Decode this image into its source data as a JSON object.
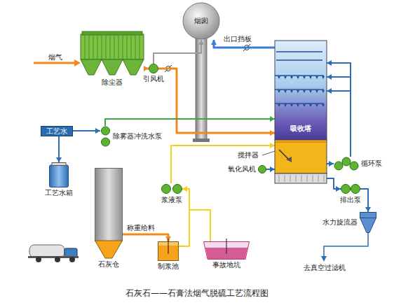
{
  "diagram": {
    "caption": "石灰石——石膏法烟气脱硫工艺流程图",
    "nodes": [
      {
        "text": [
          "烟囱"
        ]
      },
      {
        "text": [
          "除尘器"
        ]
      },
      {
        "text": [
          "引风机"
        ]
      },
      {
        "text": [
          "吸收塔"
        ]
      },
      {
        "text": [
          "工艺水"
        ]
      },
      {
        "text": [
          "工艺水箱"
        ]
      },
      {
        "text": [
          "除雾器冲洗水泵"
        ]
      },
      {
        "text": [
          "石灰仓"
        ]
      },
      {
        "text": [
          "制浆池"
        ]
      },
      {
        "text": [
          "事故地坑"
        ]
      },
      {
        "text": [
          "浆液泵"
        ]
      },
      {
        "text": [
          "氧化风机"
        ]
      },
      {
        "text": [
          "循环泵"
        ]
      },
      {
        "text": [
          "排出泵"
        ]
      },
      {
        "text": [
          "水力旋流器"
        ]
      }
    ],
    "edges": [
      {
        "from": 1,
        "to": 2,
        "arrow": "to"
      },
      {
        "from": 2,
        "to": 3,
        "arrow": "to"
      },
      {
        "from": 2,
        "to": 0,
        "arrow": "to"
      },
      {
        "from": 3,
        "to": 0,
        "label": "出口挡板",
        "arrow": "to"
      },
      {
        "from": 4,
        "to": 5,
        "arrow": "to"
      },
      {
        "from": 4,
        "to": 6,
        "arrow": "to"
      },
      {
        "from": 6,
        "to": 3,
        "arrow": "to"
      },
      {
        "from": 7,
        "to": 8,
        "arrow": "to"
      },
      {
        "from": 8,
        "to": 10,
        "arrow": "to"
      },
      {
        "from": 9,
        "to": 10,
        "arrow": "to"
      },
      {
        "from": 10,
        "to": 3,
        "arrow": "to"
      },
      {
        "from": 11,
        "to": 3,
        "arrow": "to"
      },
      {
        "from": 3,
        "to": 12,
        "arrow": "to"
      },
      {
        "from": 12,
        "to": 3,
        "arrow": "to"
      },
      {
        "from": 3,
        "to": 13,
        "arrow": "to"
      },
      {
        "from": 13,
        "to": 14,
        "arrow": "to"
      }
    ],
    "labels": [
      "烟气",
      "搅拌器",
      "称重给料",
      "去真空过滤机"
    ]
  }
}
